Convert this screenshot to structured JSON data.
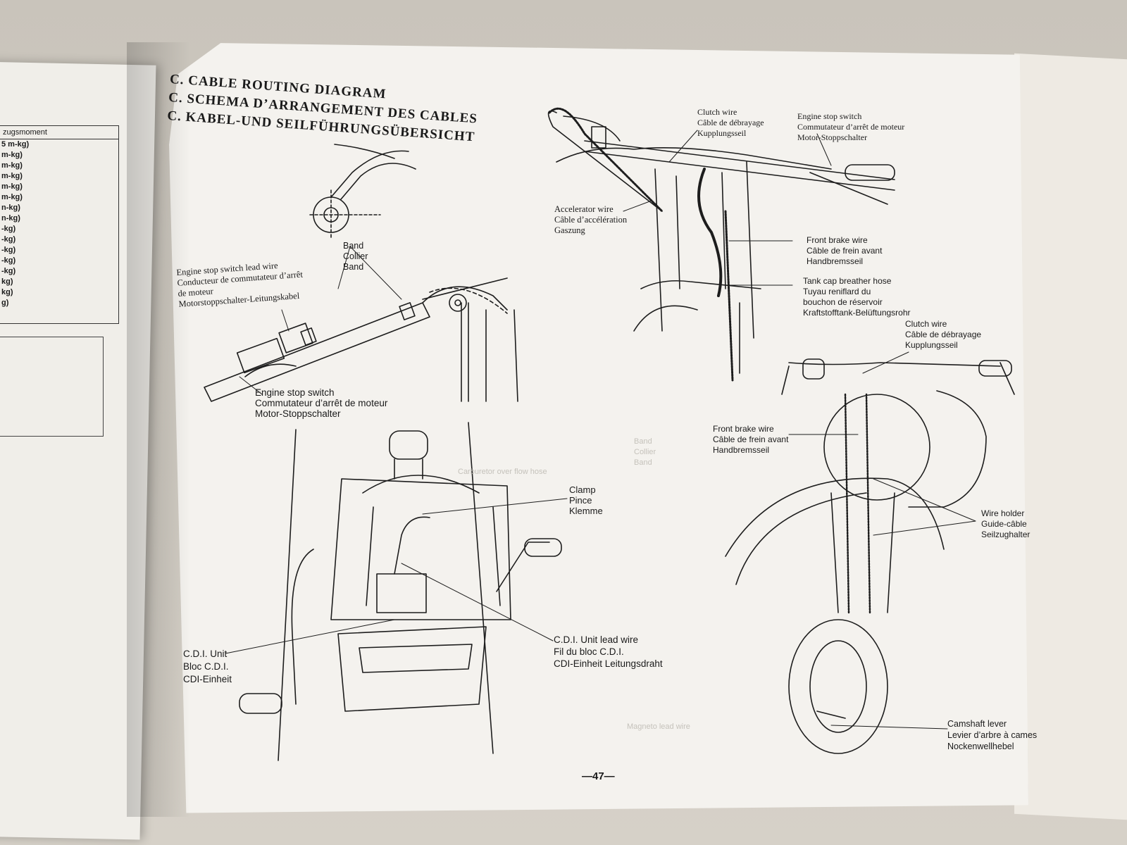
{
  "left_page": {
    "table_header": "zugsmoment",
    "torque_rows": [
      "5 m-kg)",
      "m-kg)",
      "m-kg)",
      "m-kg)",
      "m-kg)",
      "m-kg)",
      "n-kg)",
      "n-kg)",
      "-kg)",
      "-kg)",
      "-kg)",
      "-kg)",
      "-kg)",
      "kg)",
      "kg)",
      "g)"
    ]
  },
  "titles": [
    "C. CABLE ROUTING DIAGRAM",
    "C. SCHEMA D’ARRANGEMENT DES CABLES",
    "C. KABEL-UND SEILFÜHRUNGSÜBERSICHT"
  ],
  "labels": {
    "band": [
      "Band",
      "Collier",
      "Band"
    ],
    "engine_stop_lead": [
      "Engine stop switch lead wire",
      "Conducteur de commutateur d’arrêt",
      "de moteur",
      "Motorstoppschalter-Leitungskabel"
    ],
    "engine_stop_switch_left": [
      "Engine stop switch",
      "Commutateur d’arrêt de moteur",
      "Motor-Stoppschalter"
    ],
    "clutch_wire_top": [
      "Clutch wire",
      "Câble de débrayage",
      "Kupplungsseil"
    ],
    "engine_stop_switch_right": [
      "Engine stop switch",
      "Commutateur d’arrêt de moteur",
      "Motor-Stoppschalter"
    ],
    "accelerator_wire": [
      "Accelerator wire",
      "Câble d’accélération",
      "Gaszung"
    ],
    "front_brake_top": [
      "Front brake wire",
      "Câble de frein avant",
      "Handbremsseil"
    ],
    "tank_cap_hose": [
      "Tank cap breather hose",
      "Tuyau reniflard du",
      "bouchon de réservoir",
      "Kraftstofftank-Belüftungsrohr"
    ],
    "clutch_wire_mid": [
      "Clutch wire",
      "Câble de débrayage",
      "Kupplungsseil"
    ],
    "front_brake_mid": [
      "Front brake wire",
      "Câble de frein avant",
      "Handbremsseil"
    ],
    "clamp": [
      "Clamp",
      "Pince",
      "Klemme"
    ],
    "wire_holder": [
      "Wire holder",
      "Guide-câble",
      "Seilzughalter"
    ],
    "cdi_unit": [
      "C.D.I. Unit",
      "Bloc C.D.I.",
      "CDI-Einheit"
    ],
    "cdi_lead": [
      "C.D.I. Unit lead wire",
      "Fil du bloc C.D.I.",
      "CDI-Einheit Leitungsdraht"
    ],
    "camshaft_lever": [
      "Camshaft lever",
      "Levier d’arbre à cames",
      "Nockenwellhebel"
    ]
  },
  "page_number": "—47—"
}
